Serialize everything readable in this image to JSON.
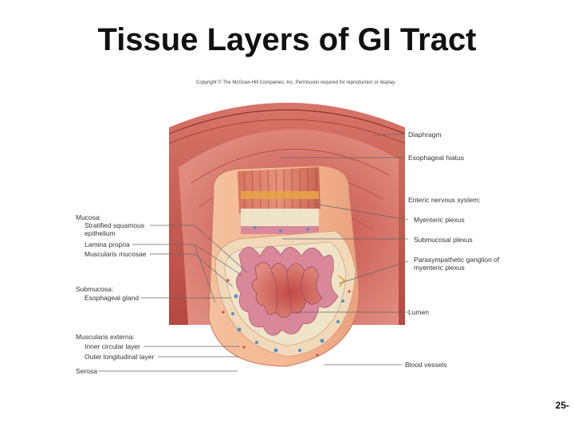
{
  "title": "Tissue Layers of GI Tract",
  "copyright": "Copyright © The McGraw-Hill Companies, Inc. Permission required for reproduction or display.",
  "page_number": "25-",
  "labels_right": {
    "diaphragm": "Diaphragm",
    "esophageal_hiatus": "Esophageal hiatus",
    "enteric_nervous_system": "Enteric nervous system:",
    "myenteric_plexus": "Myenteric plexus",
    "submucosal_plexus": "Submucosal plexus",
    "parasympathetic_1": "Parasympathetic ganglion of",
    "parasympathetic_2": "myenteric plexus",
    "lumen": "Lumen",
    "blood_vessels": "Blood vessels"
  },
  "labels_left": {
    "mucosa": "Mucosa:",
    "stratified_1": "Stratified squamous",
    "stratified_2": "epithelium",
    "lamina_propria": "Lamina propria",
    "muscularis_mucosae": "Muscularis mucosae",
    "submucosa": "Submucosa:",
    "esophageal_gland": "Esophageal gland",
    "muscularis_externa": "Muscularis externa:",
    "inner_circular": "Inner circular layer",
    "outer_longitudinal": "Outer longitudinal layer",
    "serosa": "Serosa"
  },
  "colors": {
    "muscle": "#c9605a",
    "muscle_dark": "#a9433f",
    "submucosa": "#efe3c8",
    "mucosa": "#d9889a",
    "lumen": "#7a3e5a",
    "outer_wall": "#f2b48a"
  }
}
